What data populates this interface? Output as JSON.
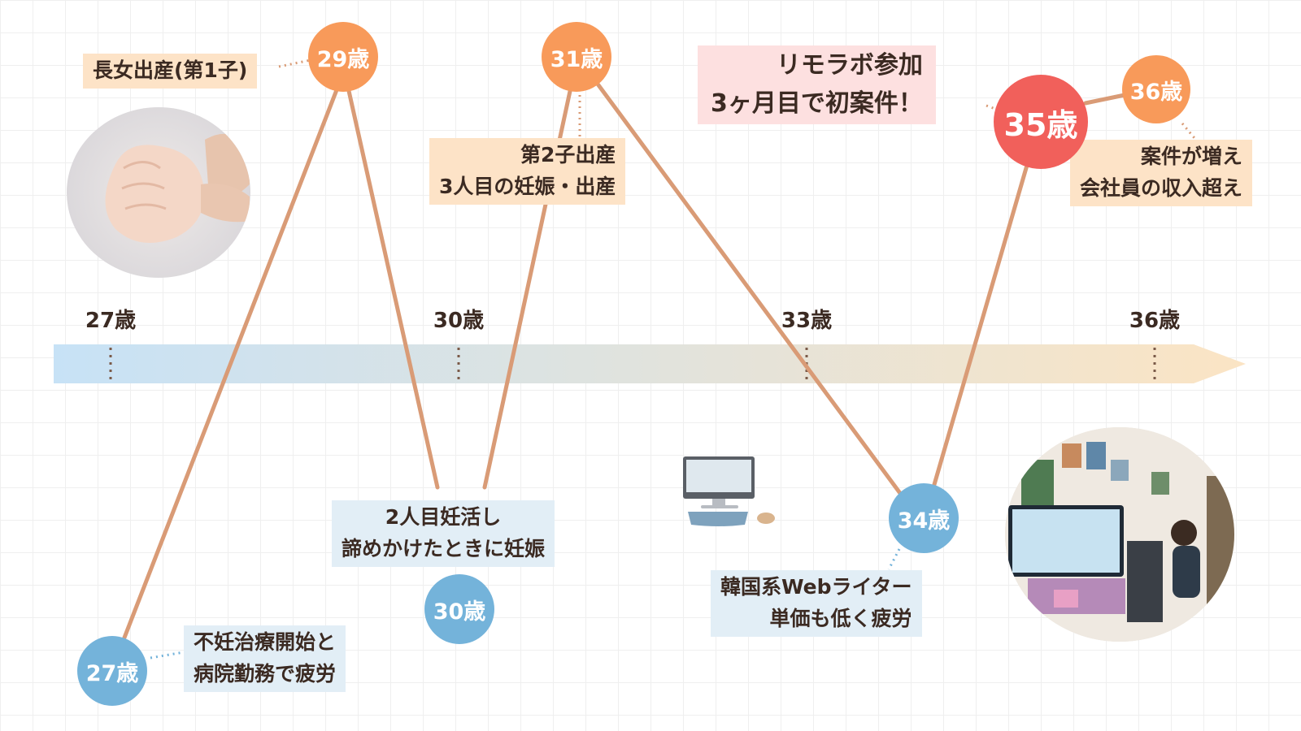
{
  "axis": {
    "labels": [
      "27歳",
      "30歳",
      "33歳",
      "36歳"
    ]
  },
  "milestones": {
    "m27": {
      "age": "27歳",
      "note": [
        "不妊治療開始と",
        "病院勤務で疲労"
      ]
    },
    "m29": {
      "age": "29歳",
      "note": [
        "長女出産(第1子)"
      ]
    },
    "m30": {
      "age": "30歳",
      "note": [
        "2人目妊活し",
        "諦めかけたときに妊娠"
      ]
    },
    "m31": {
      "age": "31歳",
      "note": [
        "第2子出産",
        "3人目の妊娠・出産"
      ]
    },
    "m34": {
      "age": "34歳",
      "note": [
        "韓国系Webライター",
        "単価も低く疲労"
      ]
    },
    "m35": {
      "age": "35歳",
      "note": [
        "リモラボ参加",
        "3ヶ月目で初案件！"
      ]
    },
    "m36": {
      "age": "36歳",
      "note": [
        "案件が増え",
        "会社員の収入超え"
      ]
    }
  },
  "colors": {
    "high": "#f89a5a",
    "low": "#74b3da",
    "highlight": "#f1605b",
    "line": "#d99b76",
    "arrow_start": "#c7e2f6",
    "arrow_end": "#fbe4c4"
  },
  "icons": [
    "baby-hand-photo",
    "desktop-computer-icon",
    "office-photo"
  ]
}
